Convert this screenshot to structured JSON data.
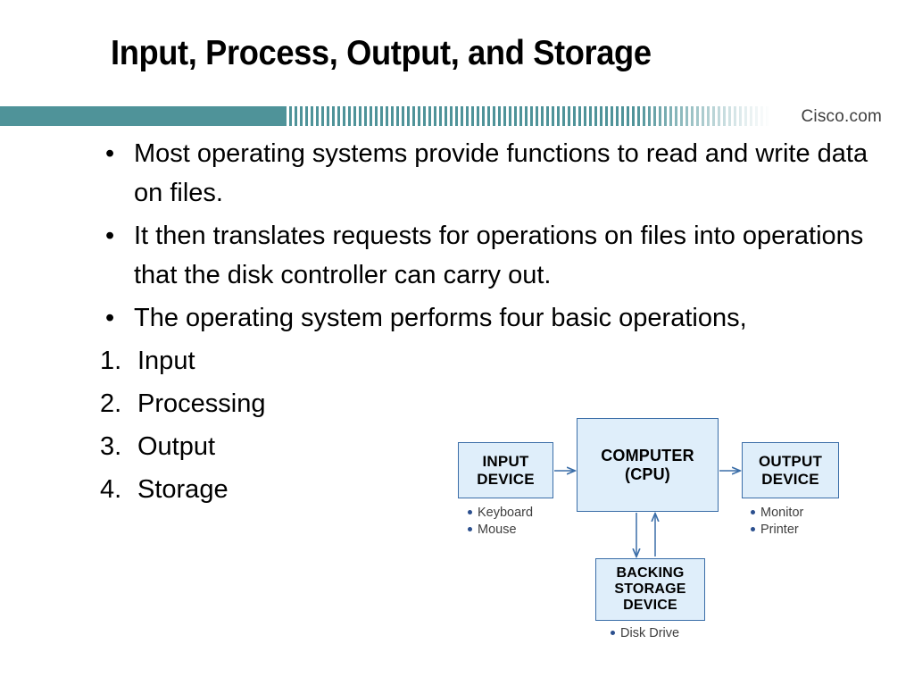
{
  "slide": {
    "title": "Input, Process, Output, and Storage",
    "brand": "Cisco.com",
    "accent_color": "#4f9399",
    "band_stripe_color": "#4f9399"
  },
  "content": {
    "bullets": [
      {
        "marker": "•",
        "text": "Most operating systems provide functions to read and write data on files."
      },
      {
        "marker": "•",
        "text": "It then translates requests for operations on files into operations that the disk controller can carry out."
      },
      {
        "marker": "•",
        "text": "The operating system performs four basic operations,"
      }
    ],
    "numbered": [
      {
        "marker": "1.",
        "text": "Input"
      },
      {
        "marker": "2.",
        "text": "Processing"
      },
      {
        "marker": "3.",
        "text": "Output"
      },
      {
        "marker": "4.",
        "text": "Storage"
      }
    ]
  },
  "diagram": {
    "box_fill": "#dfeefa",
    "box_border": "#3b6ea8",
    "arrow_color": "#3b6ea8",
    "bullet_color": "#2b4f8e",
    "boxes": {
      "input": {
        "line1": "INPUT",
        "line2": "DEVICE"
      },
      "cpu": {
        "line1": "COMPUTER",
        "line2": "(CPU)"
      },
      "output": {
        "line1": "OUTPUT",
        "line2": "DEVICE"
      },
      "storage": {
        "line1": "BACKING",
        "line2": "STORAGE",
        "line3": "DEVICE"
      }
    },
    "captions": {
      "input": {
        "item1": "Keyboard",
        "item2": "Mouse"
      },
      "output": {
        "item1": "Monitor",
        "item2": "Printer"
      },
      "storage": {
        "item1": "Disk Drive"
      }
    }
  }
}
